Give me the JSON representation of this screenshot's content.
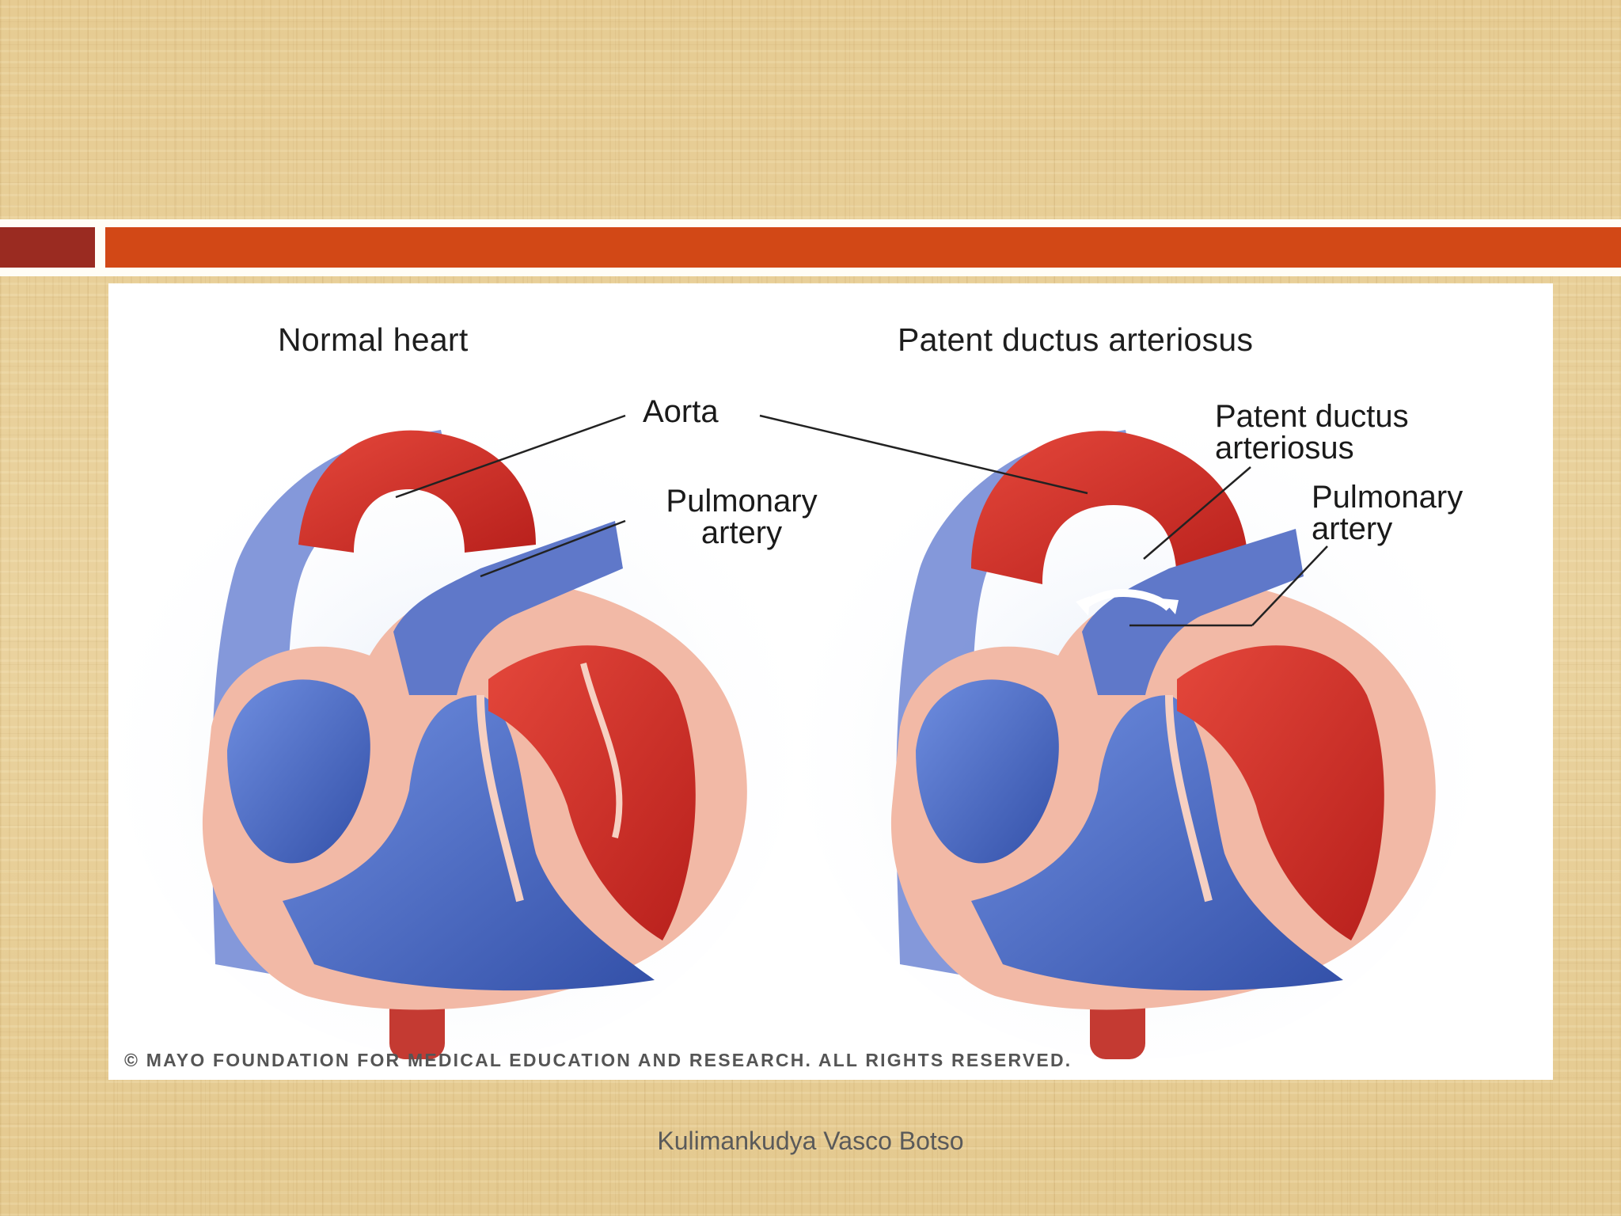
{
  "slide": {
    "header_bar": {
      "left_color": "#9a2b21",
      "right_color": "#d24816"
    },
    "figure": {
      "panels": [
        {
          "title": "Normal heart",
          "labels": {
            "aorta": "Aorta",
            "pulmonary_line1": "Pulmonary",
            "pulmonary_line2": "artery"
          }
        },
        {
          "title": "Patent ductus arteriosus",
          "labels": {
            "pda_line1": "Patent ductus",
            "pda_line2": "arteriosus",
            "pulmonary_line1": "Pulmonary",
            "pulmonary_line2": "artery"
          }
        }
      ],
      "copyright": "© MAYO FOUNDATION FOR MEDICAL EDUCATION AND RESEARCH. ALL RIGHTS RESERVED.",
      "colors": {
        "oxygenated": "#d2322b",
        "deoxygenated": "#4a6cc4",
        "tissue": "#f2b9a6"
      }
    },
    "footer": {
      "author": "Kulimankudya Vasco Botso"
    }
  }
}
